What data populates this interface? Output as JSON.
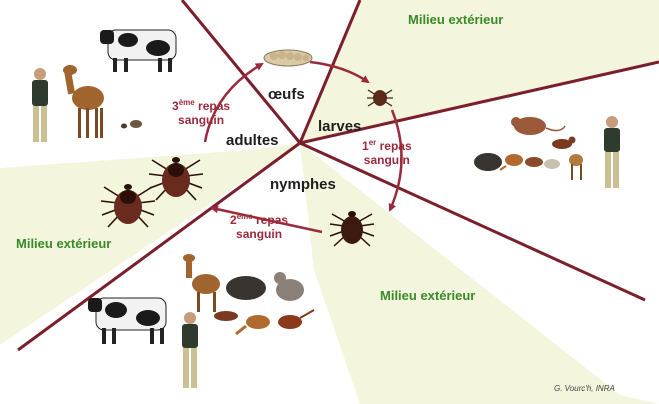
{
  "stages": {
    "eggs": "œufs",
    "larvae": "larves",
    "nymphs": "nymphes",
    "adults": "adultes"
  },
  "blood_meals": {
    "first": {
      "ordinal": "1",
      "suffix": "er",
      "word": "repas",
      "line2": "sanguin"
    },
    "second": {
      "ordinal": "2",
      "suffix": "ème",
      "word": "repas",
      "line2": "sanguin"
    },
    "third": {
      "ordinal": "3",
      "suffix": "ème",
      "word": "repas",
      "line2": "sanguin"
    }
  },
  "environment": {
    "top": "Milieu extérieur",
    "left": "Milieu extérieur",
    "bottom_right": "Milieu extérieur"
  },
  "credit": "G. Vourc'h, INRA",
  "colors": {
    "divider": "#7a1f2b",
    "arrow": "#9b2b3c",
    "environment_fill": "#f3f5dc",
    "environment_text": "#3a8a2a",
    "tick_body": "#6a2a1e"
  },
  "icons": [
    "cow-icon",
    "deer-icon",
    "person-icon",
    "rabbit-icon",
    "tick-icon",
    "egg-cluster-icon",
    "mouse-icon",
    "bird-icon",
    "hedgehog-icon",
    "fox-icon",
    "pheasant-icon",
    "squirrel-icon"
  ]
}
